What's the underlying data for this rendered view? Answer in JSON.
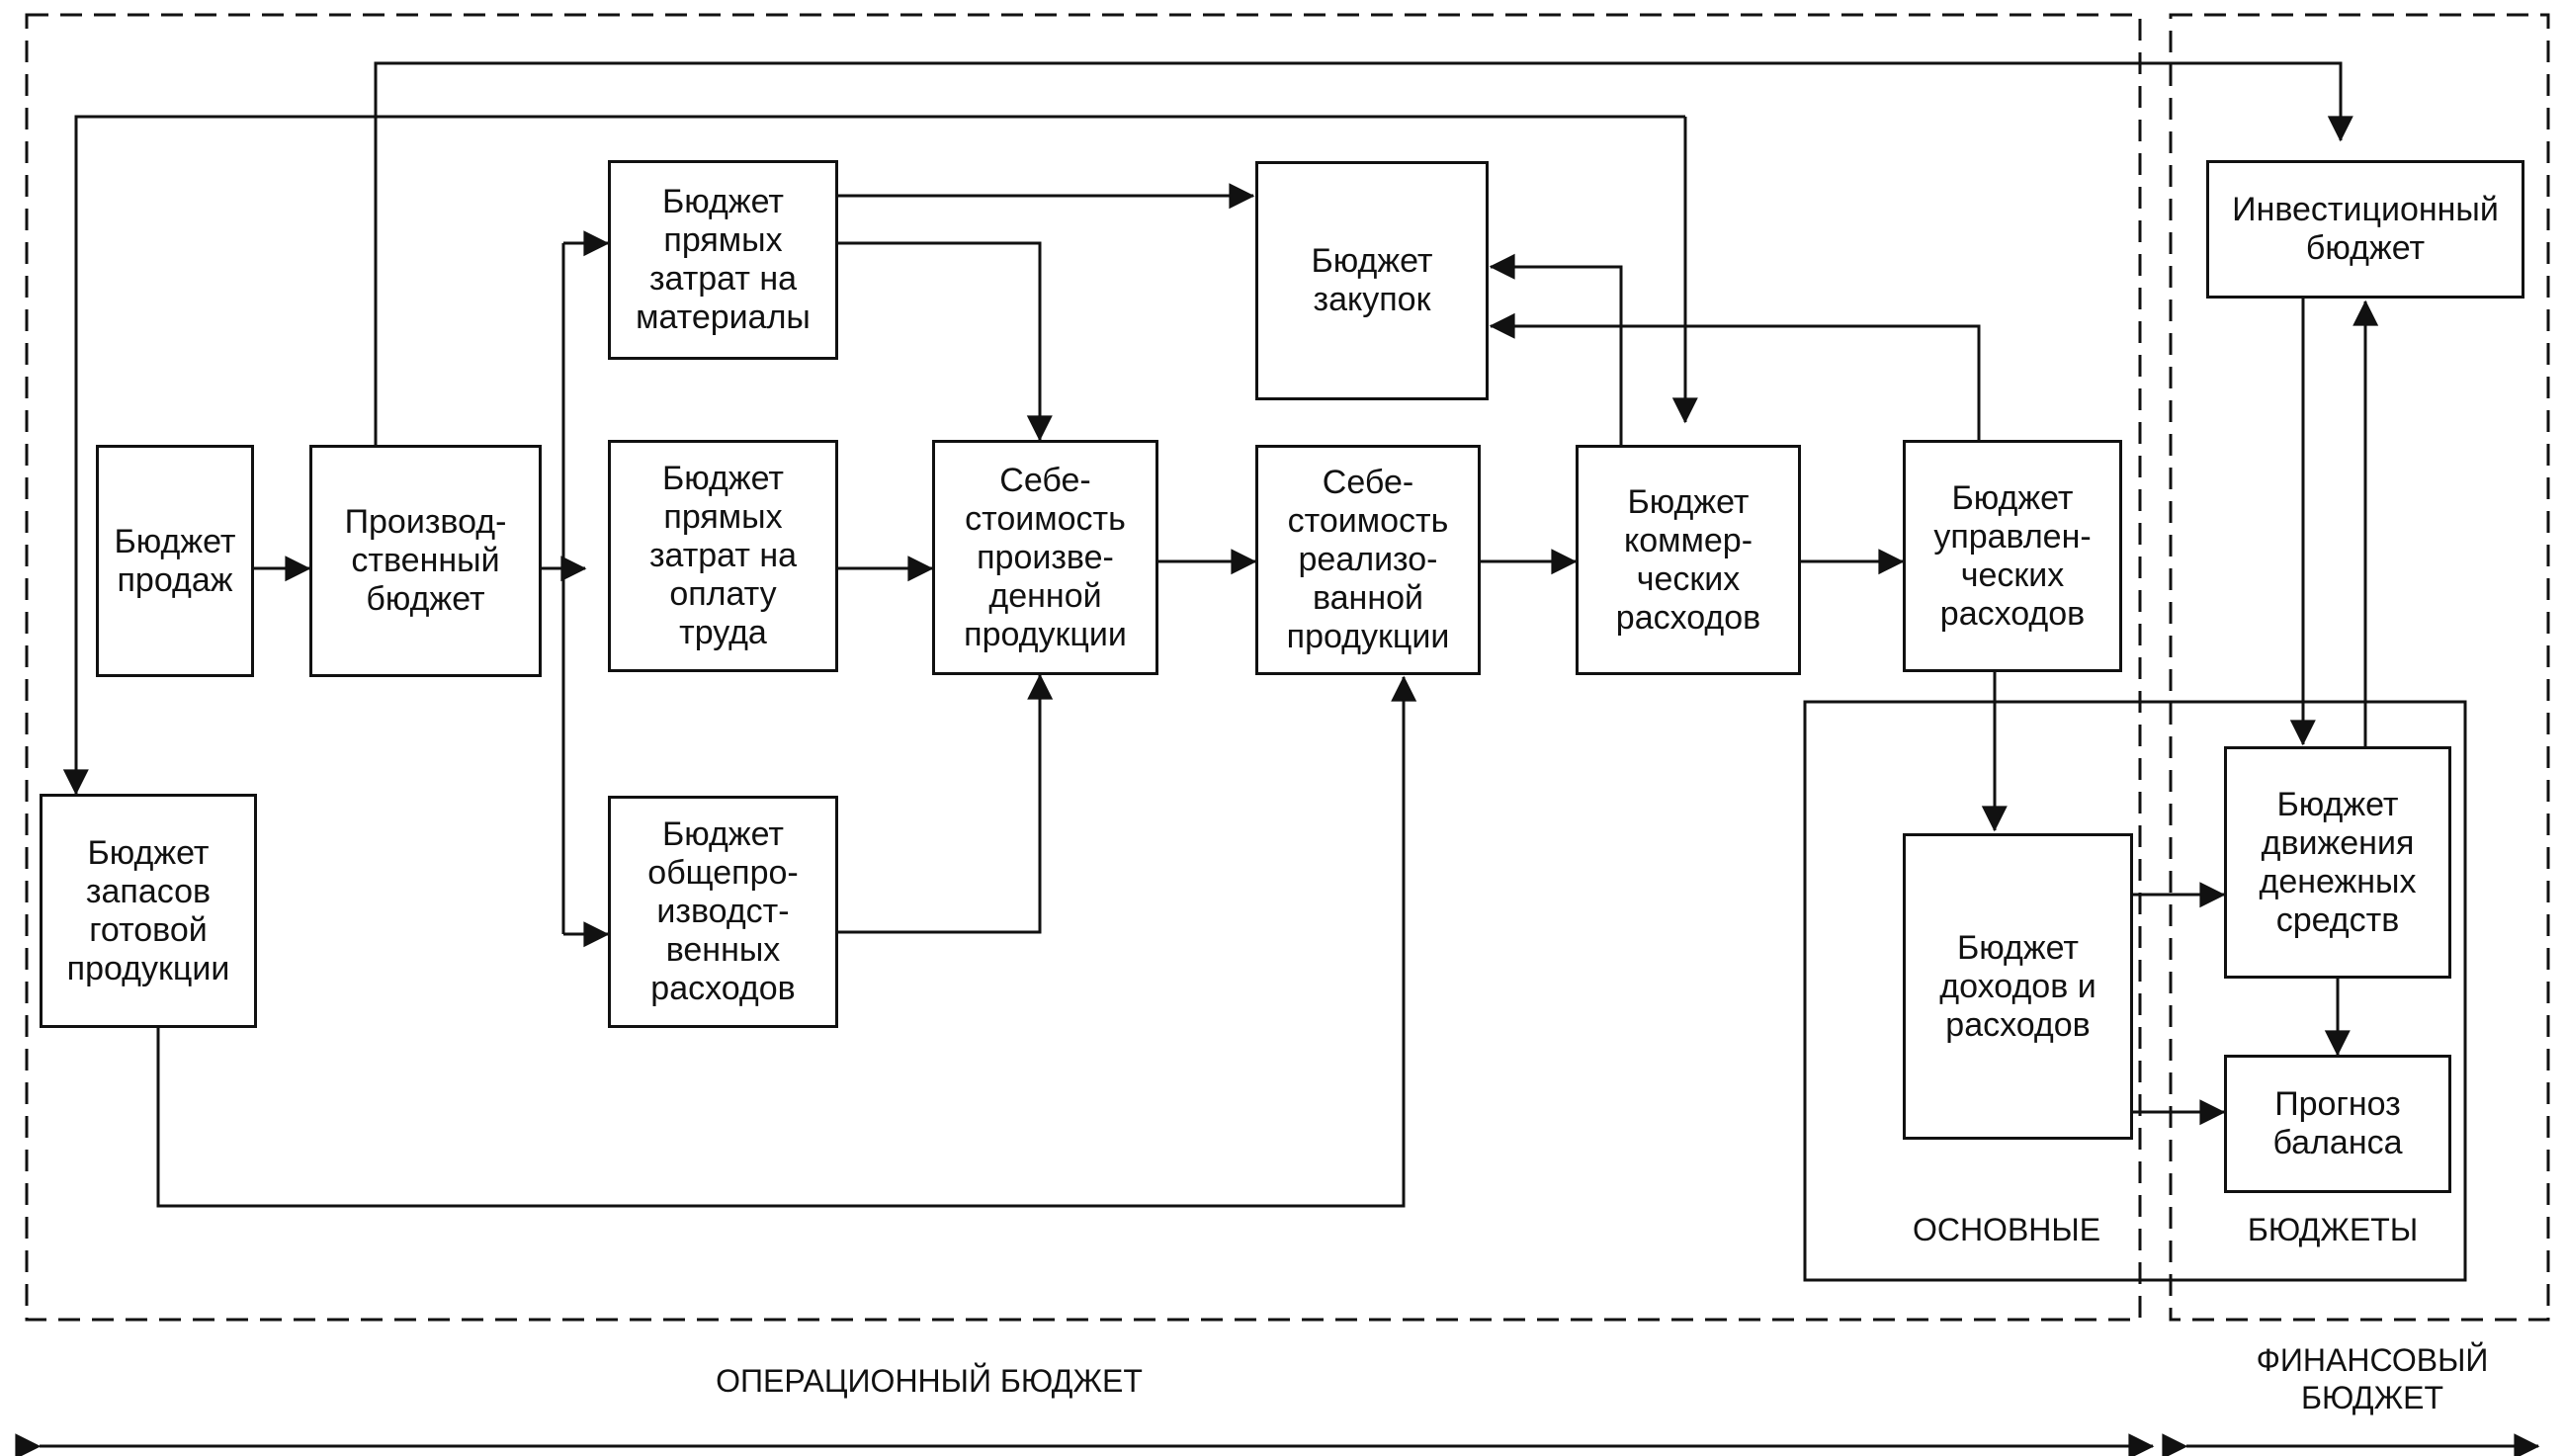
{
  "blocks": {
    "sales": "Бюджет\nпродаж",
    "production": "Производ-\nственный\nбюджет",
    "materials": "Бюджет\nпрямых\nзатрат на\nматериалы",
    "labor": "Бюджет\nпрямых\nзатрат на\nоплату\nтруда",
    "overhead": "Бюджет\nобщепро-\nизводст-\nвенных\nрасходов",
    "purchases": "Бюджет\nзакупок",
    "cost_produced": "Себе-\nстоимость\nпроизве-\nденной\nпродукции",
    "cost_sold": "Себе-\nстоимость\nреализо-\nванной\nпродукции",
    "commercial": "Бюджет\nкоммер-\nческих\nрасходов",
    "admin": "Бюджет\nуправлен-\nческих\nрасходов",
    "inventory": "Бюджет\nзапасов\nготовой\nпродукции",
    "investment": "Инвестиционный\nбюджет",
    "income_expense": "Бюджет\nдоходов и\nрасходов",
    "cash_flow": "Бюджет\nдвижения\nденежных\nсредств",
    "balance": "Прогноз\nбаланса"
  },
  "labels": {
    "main": "ОСНОВНЫЕ",
    "budgets": "БЮДЖЕТЫ",
    "operational": "ОПЕРАЦИОННЫЙ БЮДЖЕТ",
    "financial": "ФИНАНСОВЫЙ\nБЮДЖЕТ"
  },
  "colors": {
    "line": "#111111",
    "background": "#ffffff"
  }
}
